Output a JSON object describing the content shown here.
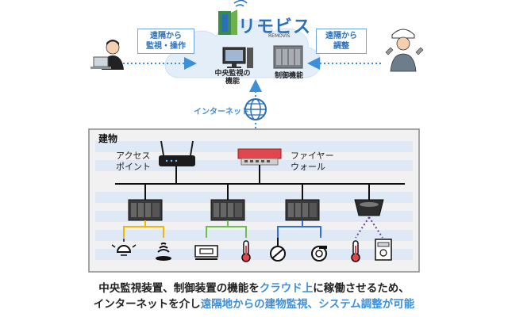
{
  "brand": {
    "name": "リモビス",
    "sub": "REMOVIS"
  },
  "cloud": {
    "central_label_line1": "中央監視の",
    "central_label_line2": "機能",
    "control_label": "制御機能"
  },
  "left_user": {
    "tag_line1": "遠隔から",
    "tag_line2": "監視・操作"
  },
  "right_user": {
    "tag_line1": "遠隔から",
    "tag_line2": "調整"
  },
  "internet": {
    "label": "インターネット"
  },
  "building": {
    "title": "建物",
    "access_point_line1": "アクセス",
    "access_point_line2": "ポイント",
    "firewall_line1": "ファイヤー",
    "firewall_line2": "ウォール"
  },
  "caption": {
    "line1_a": "中央監視装置、制御装置の機能を",
    "line1_b": "クラウド上",
    "line1_c": "に稼働させるため、",
    "line2_a": "インターネットを介し",
    "line2_b": "遠隔地からの建物監視、システム調整が可能"
  },
  "colors": {
    "accent_blue": "#3d8fd9",
    "firewall_red": "#e0474c",
    "yellow_line": "#f2b705",
    "green_line": "#6cc04a",
    "blue_line": "#2f6fd8",
    "purple_line": "#6a3fa0"
  },
  "icons": [
    "person-icon",
    "laptop-icon",
    "worker-icon",
    "cloud-icon",
    "pc-icon",
    "controller-icon",
    "globe-icon",
    "router-icon",
    "firewall-icon",
    "light-icon",
    "sensor-icon",
    "aircon-icon",
    "thermometer-icon",
    "damper-icon",
    "fan-icon",
    "meter-icon"
  ]
}
